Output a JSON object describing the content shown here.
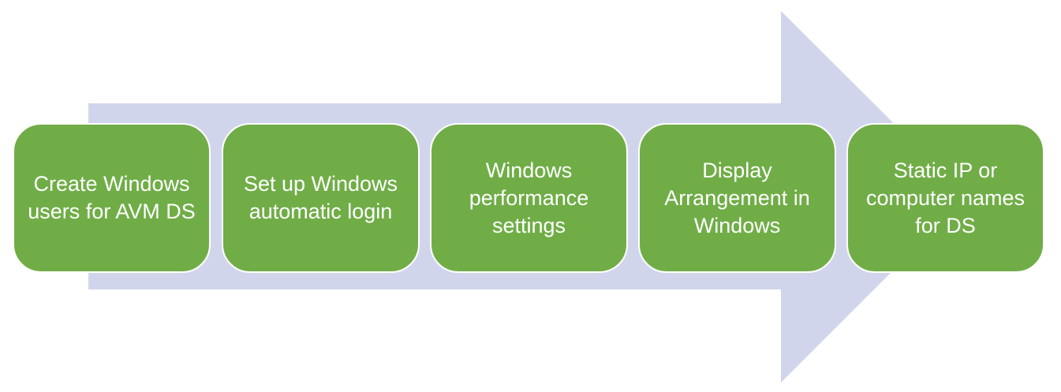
{
  "colors": {
    "arrow": "#d1d5ec",
    "step_fill": "#70ad47",
    "step_border": "#ffffff",
    "text": "#ffffff"
  },
  "steps": [
    {
      "label": "Create Windows users for AVM DS"
    },
    {
      "label": "Set up Windows automatic login"
    },
    {
      "label": "Windows performance settings"
    },
    {
      "label": "Display Arrangement in Windows"
    },
    {
      "label": "Static IP or computer names for DS"
    }
  ]
}
